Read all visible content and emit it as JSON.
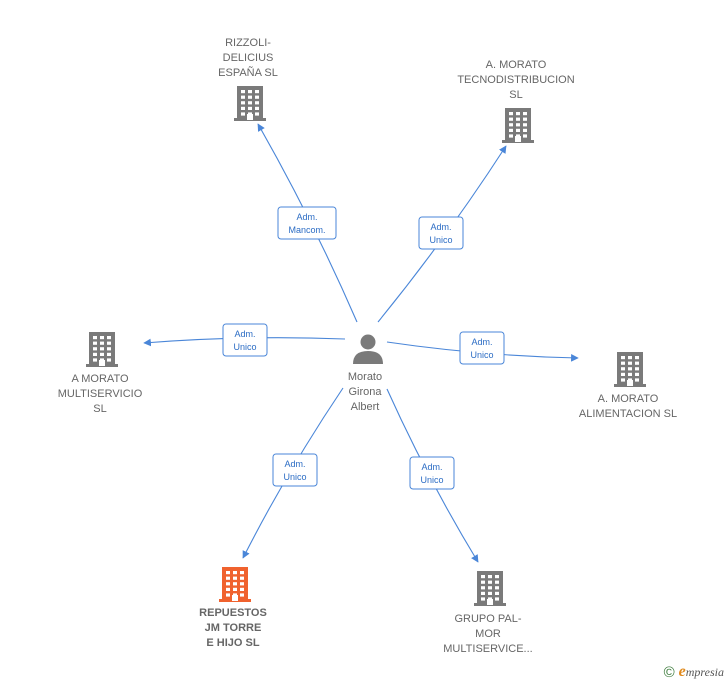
{
  "center": {
    "name_lines": [
      "Morato",
      "Girona",
      "Albert"
    ],
    "icon": "person-icon"
  },
  "companies": [
    {
      "id": "rizzoli",
      "lines": [
        "RIZZOLI-",
        "DELICIUS",
        "ESPAÑA SL"
      ],
      "highlight": false,
      "relation": [
        "Adm.",
        "Mancom."
      ]
    },
    {
      "id": "tecnodistribucion",
      "lines": [
        "A.  MORATO",
        "TECNODISTRIBUCION",
        "SL"
      ],
      "highlight": false,
      "relation": [
        "Adm.",
        "Unico"
      ]
    },
    {
      "id": "multiservicio",
      "lines": [
        "A MORATO",
        "MULTISERVICIO",
        "SL"
      ],
      "highlight": false,
      "relation": [
        "Adm.",
        "Unico"
      ]
    },
    {
      "id": "alimentacion",
      "lines": [
        "A.  MORATO",
        "ALIMENTACION SL"
      ],
      "highlight": false,
      "relation": [
        "Adm.",
        "Unico"
      ]
    },
    {
      "id": "repuestos",
      "lines": [
        "REPUESTOS",
        "JM TORRE",
        "E HIJO  SL"
      ],
      "highlight": true,
      "relation": [
        "Adm.",
        "Unico"
      ]
    },
    {
      "id": "palmor",
      "lines": [
        "GRUPO PAL-",
        "MOR",
        "MULTISERVICE..."
      ],
      "highlight": false,
      "relation": [
        "Adm.",
        "Unico"
      ]
    }
  ],
  "colors": {
    "edge": "#4a86d8",
    "building": "#7a7a7a",
    "building_highlight": "#f0622e",
    "person": "#7a7a7a"
  },
  "footer": {
    "copyright": "©",
    "brand_initial": "e",
    "brand_rest": "mpresia"
  }
}
